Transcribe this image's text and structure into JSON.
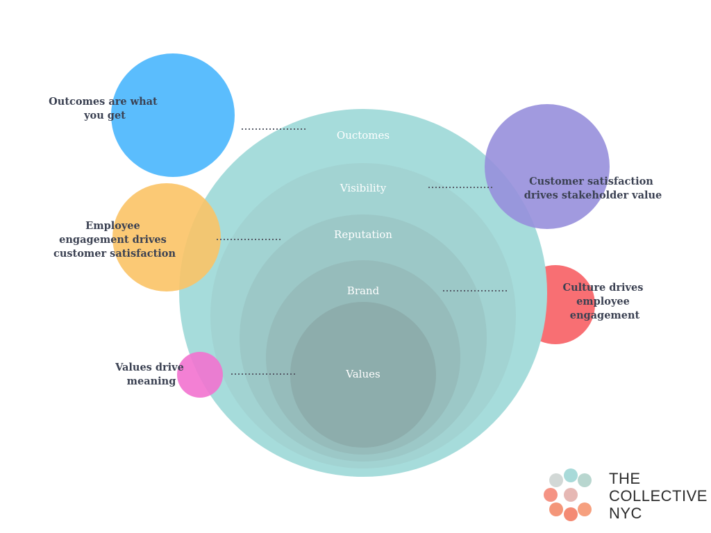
{
  "layers": [
    {
      "label": "Ouctomes",
      "color": "#a6dcdb"
    },
    {
      "label": "Visibility",
      "color": "#a2d3d2"
    },
    {
      "label": "Reputation",
      "color": "#9cc8c7"
    },
    {
      "label": "Brand",
      "color": "#96bcbb"
    },
    {
      "label": "Values",
      "color": "#8dadac"
    }
  ],
  "callouts": [
    {
      "lines": [
        "Outcomes are what",
        "you get"
      ],
      "bubble_color": "#5bbdfd"
    },
    {
      "lines": [
        "Employee",
        "engagement drives",
        "customer satisfaction"
      ],
      "bubble_color": "#fbc366"
    },
    {
      "lines": [
        "Values drive",
        "meaning"
      ],
      "bubble_color": "#f272cf"
    },
    {
      "lines": [
        "Customer satisfaction",
        "drives stakeholder value"
      ],
      "bubble_color": "#978fdb"
    },
    {
      "lines": [
        "Culture drives",
        "employee",
        "engagement"
      ],
      "bubble_color": "#f86f73"
    }
  ],
  "logo": {
    "lines": [
      "THE",
      "COLLECTIVE",
      "NYC"
    ]
  }
}
